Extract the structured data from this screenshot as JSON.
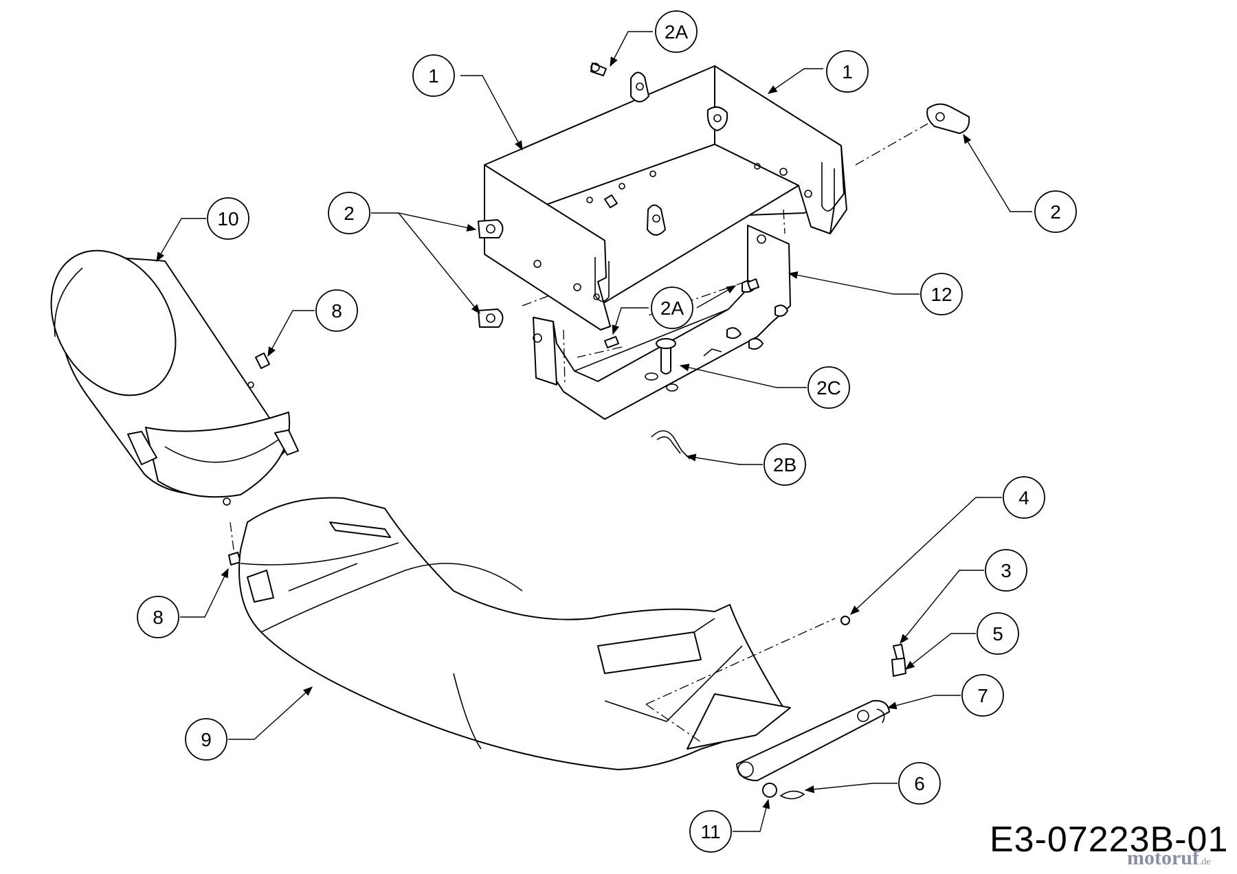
{
  "drawing_number": "E3-07223B-01",
  "watermark": {
    "brand": "motoruf",
    "suffix": ".de"
  },
  "callouts": [
    "1",
    "1",
    "2A",
    "2",
    "2",
    "10",
    "8",
    "2A",
    "12",
    "2C",
    "2B",
    "4",
    "3",
    "5",
    "7",
    "6",
    "11",
    "9",
    "8"
  ],
  "colors": {
    "line": "#000000",
    "background": "#ffffff",
    "watermark": "#8a8fa8"
  }
}
